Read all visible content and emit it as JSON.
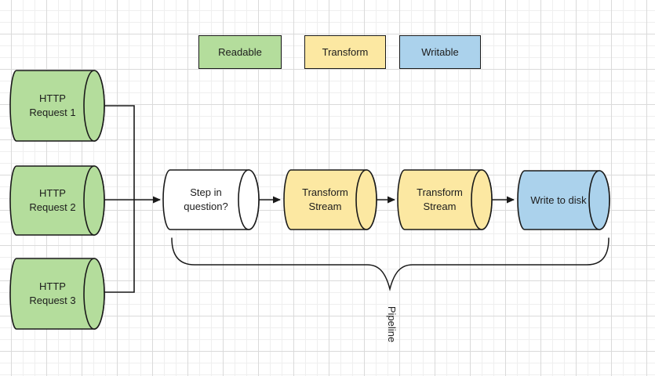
{
  "legend": {
    "readable": {
      "label": "Readable",
      "color": "#b4dd9c"
    },
    "transform": {
      "label": "Transform",
      "color": "#fce8a2"
    },
    "writable": {
      "label": "Writable",
      "color": "#abd2ec"
    }
  },
  "nodes": {
    "http1": {
      "line1": "HTTP",
      "line2": "Request 1",
      "kind": "readable"
    },
    "http2": {
      "line1": "HTTP",
      "line2": "Request 2",
      "kind": "readable"
    },
    "http3": {
      "line1": "HTTP",
      "line2": "Request 3",
      "kind": "readable"
    },
    "step": {
      "line1": "Step in",
      "line2": "question?",
      "kind": "plain"
    },
    "transform1": {
      "line1": "Transform",
      "line2": "Stream",
      "kind": "transform"
    },
    "transform2": {
      "line1": "Transform",
      "line2": "Stream",
      "kind": "transform"
    },
    "disk": {
      "line1": "Write to disk",
      "kind": "writable"
    }
  },
  "brace": {
    "label": "Pipeline"
  },
  "colors": {
    "readable": "#b4dd9c",
    "transform": "#fce8a2",
    "writable": "#abd2ec",
    "plain": "#ffffff",
    "stroke": "#1a1a1a",
    "grid_minor": "#efefef",
    "grid_major": "#dadada",
    "background": "#ffffff"
  }
}
